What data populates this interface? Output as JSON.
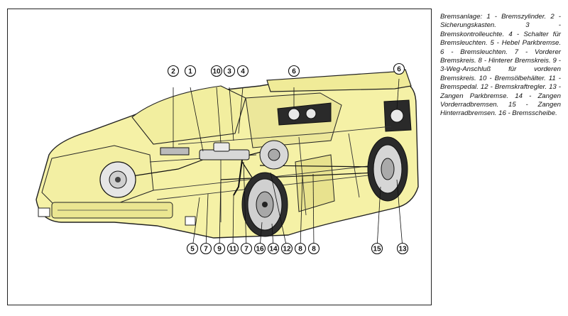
{
  "caption": "Bremsanlage: 1 - Bremszylinder. 2 - Sicherungskasten. 3 - Bremskontrolleuchte. 4 - Schalter für Bremsleuchten. 5 - Hebel Parkbremse. 6 - Bremsleuchten. 7 - Vorderer Bremskreis. 8 - Hinterer Bremskreis. 9 - 3-Weg-Anschluß für vorderen Bremskreis. 10 - Bremsölbehälter. 11 - Bremspedal. 12 - Bremskraftregler. 13 - Zangen Parkbremse. 14 - Zangen Vorderradbremsen. 15 - Zangen Hinterradbremsen. 16 - Bremsscheibe.",
  "colors": {
    "body_fill": "#f5f1a6",
    "line": "#222222",
    "disc": "#cfcfcf"
  },
  "callouts": {
    "top": [
      "2",
      "1",
      "10",
      "3",
      "4",
      "6",
      "6"
    ],
    "bottom": [
      "5",
      "7",
      "9",
      "11",
      "7",
      "16",
      "14",
      "12",
      "8",
      "8",
      "15",
      "13"
    ]
  }
}
